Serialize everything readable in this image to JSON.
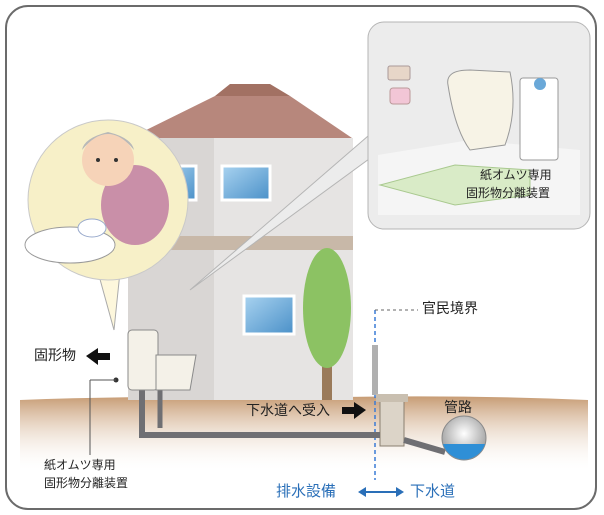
{
  "labels": {
    "inset_device_line1": "紙オムツ専用",
    "inset_device_line2": "固形物分離装置",
    "solids": "固形物",
    "boundary": "官民境界",
    "sewer_receive": "下水道へ受入",
    "pipe": "管路",
    "device_line1": "紙オムツ専用",
    "device_line2": "固形物分離装置",
    "drainage_facility": "排水設備",
    "sewer": "下水道"
  },
  "arrows": {
    "solids_arrow": "←",
    "sewer_arrow": "→",
    "bidirectional": "⟷"
  },
  "colors": {
    "frame": "#6b6b6b",
    "house_wall": "#e6e4e3",
    "roof": "#b7877c",
    "ground": "#b98f6a",
    "pipe": "#6f6f73",
    "tree": "#8cc263",
    "accent_blue": "#2a6fb8"
  }
}
